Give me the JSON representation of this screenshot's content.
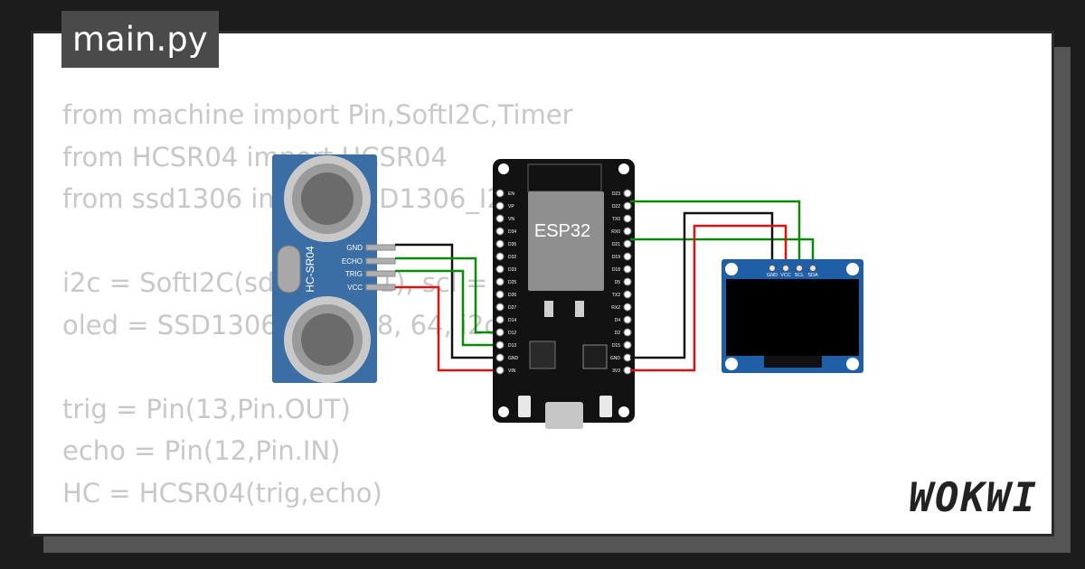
{
  "editor": {
    "file_tab": "main.py",
    "code_lines": [
      "from machine import Pin,SoftI2C,Timer",
      "from HCSR04 import HCSR04",
      "from ssd1306 import SSD1306_I2C",
      "",
      "i2c = SoftI2C(sda=Pin(21), scl = Pin(22))",
      "oled = SSD1306_I2C(128, 64, i2c) (i2c)",
      "",
      "trig = Pin(13,Pin.OUT)",
      "echo = Pin(12,Pin.IN)",
      "HC = HCSR04(trig,echo)"
    ]
  },
  "sensor": {
    "model": "HC-SR04",
    "pins": [
      "GND",
      "ECHO",
      "TRIG",
      "VCC"
    ]
  },
  "board": {
    "chip_label": "ESP32",
    "left_pins": [
      "EN",
      "VP",
      "VN",
      "D34",
      "D35",
      "D32",
      "D33",
      "D25",
      "D26",
      "D27",
      "D14",
      "D12",
      "D13",
      "GND",
      "VIN"
    ],
    "right_pins": [
      "D23",
      "D22",
      "TX0",
      "RX0",
      "D21",
      "D19",
      "D18",
      "D5",
      "TX2",
      "RX2",
      "D4",
      "D2",
      "D15",
      "GND",
      "3V3"
    ]
  },
  "display": {
    "pins": [
      "GND",
      "VCC",
      "SCL",
      "SDA"
    ]
  },
  "colors": {
    "wire_black": "#111111",
    "wire_red": "#e01010",
    "wire_green": "#0a8a0a",
    "sensor_board": "#3b6ea5",
    "oled_board": "#1f5fa8"
  },
  "brand": "WOKWI"
}
